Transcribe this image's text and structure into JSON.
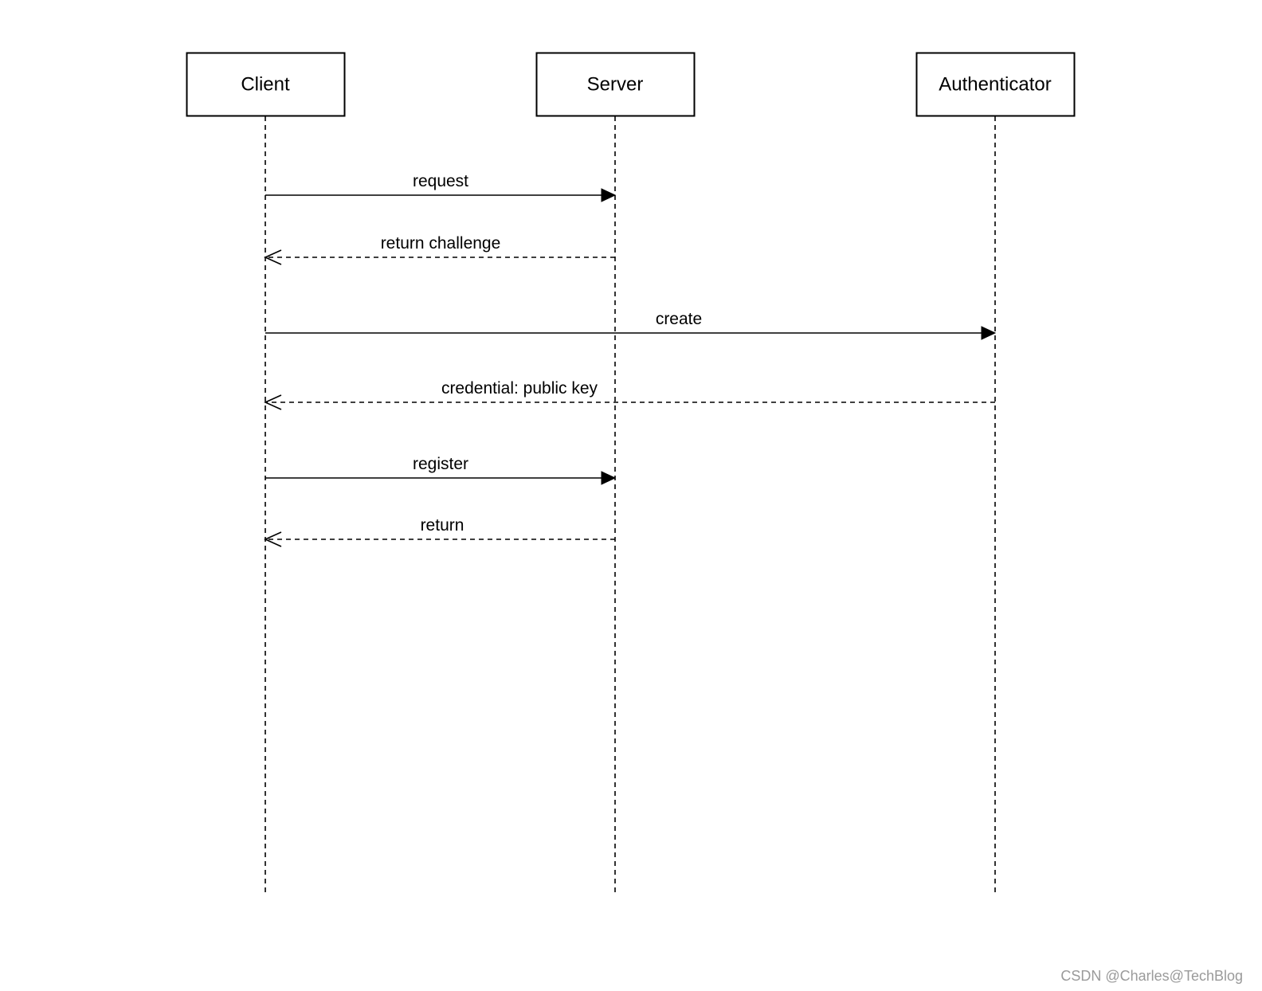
{
  "diagram": {
    "type": "sequence",
    "participants": [
      {
        "id": "client",
        "label": "Client"
      },
      {
        "id": "server",
        "label": "Server"
      },
      {
        "id": "authenticator",
        "label": "Authenticator"
      }
    ],
    "messages": [
      {
        "id": "request",
        "from": "client",
        "to": "server",
        "label": "request",
        "style": "solid"
      },
      {
        "id": "return-challenge",
        "from": "server",
        "to": "client",
        "label": "return challenge",
        "style": "dashed"
      },
      {
        "id": "create",
        "from": "client",
        "to": "authenticator",
        "label": "create",
        "style": "solid"
      },
      {
        "id": "credential-public-key",
        "from": "authenticator",
        "to": "client",
        "label": "credential: public key",
        "style": "dashed"
      },
      {
        "id": "register",
        "from": "client",
        "to": "server",
        "label": "register",
        "style": "solid"
      },
      {
        "id": "return",
        "from": "server",
        "to": "client",
        "label": "return",
        "style": "dashed"
      }
    ]
  },
  "watermark": "CSDN @Charles@TechBlog"
}
